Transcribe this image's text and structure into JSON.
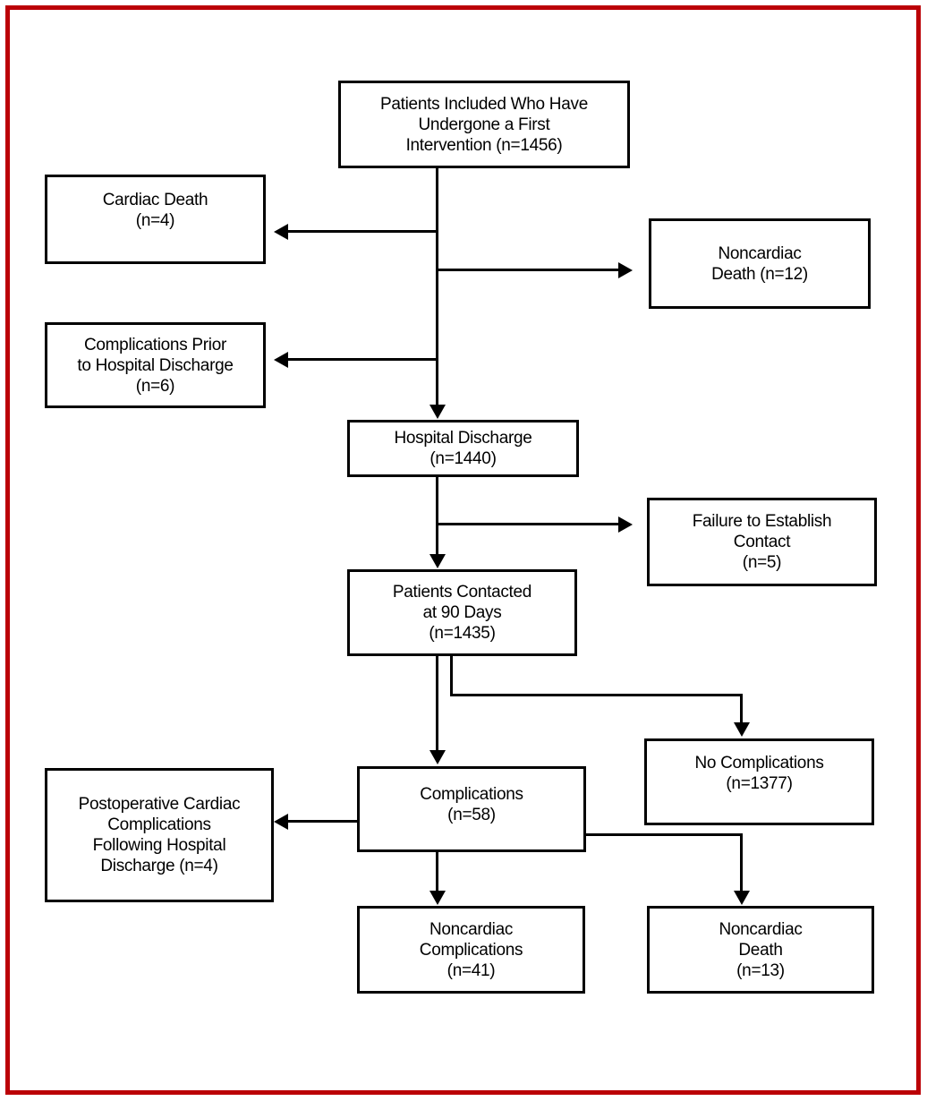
{
  "figure": {
    "type": "flowchart",
    "background_color": "#ffffff",
    "frame_color": "#bb0007",
    "node_border_color": "#000000",
    "text_color": "#000000"
  },
  "nodes": {
    "included": {
      "label": "Patients Included Who Have\nUndergone a First\nIntervention (n=1456)",
      "n": 1456
    },
    "cardiac_death_pre": {
      "label": "Cardiac Death\n(n=4)",
      "n": 4
    },
    "noncardiac_death_pre": {
      "label": "Noncardiac\nDeath (n=12)",
      "n": 12
    },
    "complications_pre_discharge": {
      "label": "Complications Prior\nto Hospital Discharge\n(n=6)",
      "n": 6
    },
    "hospital_discharge": {
      "label": "Hospital Discharge\n(n=1440)",
      "n": 1440
    },
    "failure_contact": {
      "label": "Failure to Establish\nContact\n(n=5)",
      "n": 5
    },
    "contacted_90_days": {
      "label": "Patients Contacted\nat 90 Days\n(n=1435)",
      "n": 1435
    },
    "no_complications": {
      "label": "No Complications\n(n=1377)",
      "n": 1377
    },
    "complications": {
      "label": "Complications\n(n=58)",
      "n": 58
    },
    "postop_cardiac": {
      "label": "Postoperative Cardiac\nComplications\nFollowing Hospital\nDischarge (n=4)",
      "n": 4
    },
    "noncardiac_complications": {
      "label": "Noncardiac\nComplications\n(n=41)",
      "n": 41
    },
    "noncardiac_death_post": {
      "label": "Noncardiac\nDeath\n(n=13)",
      "n": 13
    }
  },
  "edges": [
    {
      "from": "included",
      "to": "cardiac_death_pre"
    },
    {
      "from": "included",
      "to": "noncardiac_death_pre"
    },
    {
      "from": "included",
      "to": "complications_pre_discharge"
    },
    {
      "from": "included",
      "to": "hospital_discharge"
    },
    {
      "from": "hospital_discharge",
      "to": "failure_contact"
    },
    {
      "from": "hospital_discharge",
      "to": "contacted_90_days"
    },
    {
      "from": "contacted_90_days",
      "to": "complications"
    },
    {
      "from": "contacted_90_days",
      "to": "no_complications"
    },
    {
      "from": "complications",
      "to": "postop_cardiac"
    },
    {
      "from": "complications",
      "to": "noncardiac_complications"
    },
    {
      "from": "complications",
      "to": "noncardiac_death_post"
    }
  ]
}
